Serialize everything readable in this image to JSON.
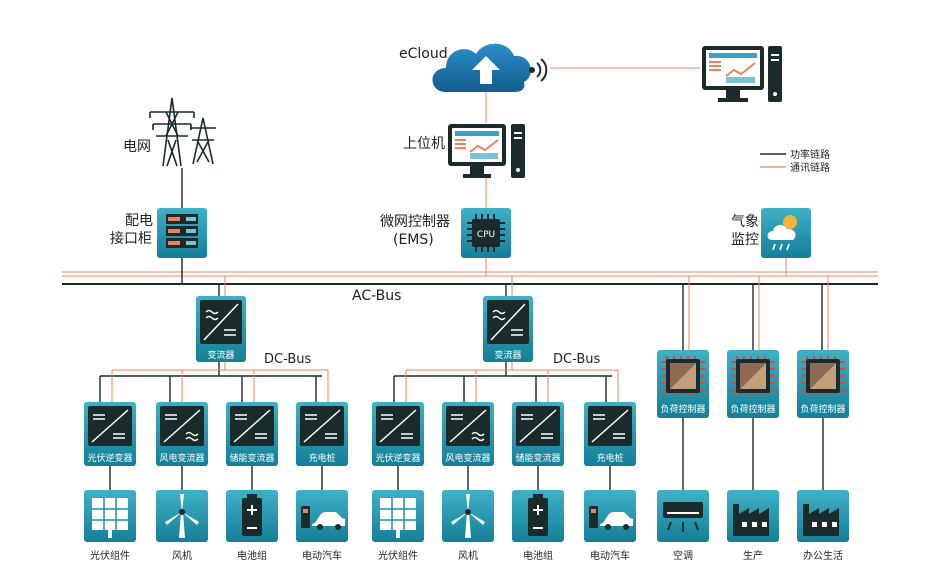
{
  "labels": {
    "ecloud": "eCloud",
    "grid": "电网",
    "dist_cabinet_line1": "配电",
    "dist_cabinet_line2": "接口柜",
    "host": "上位机",
    "ems_line1": "微网控制器",
    "ems_line2": "(EMS)",
    "weather_line1": "气象",
    "weather_line2": "监控",
    "ac_bus": "AC-Bus",
    "dc_bus_left": "DC-Bus",
    "dc_bus_right": "DC-Bus",
    "cpu": "CPU"
  },
  "legend": [
    {
      "label": "功率链路",
      "color": "#1b2b2b"
    },
    {
      "label": "通讯链路",
      "color": "#e8845f"
    }
  ],
  "converters": [
    "变流器",
    "变流器"
  ],
  "sub_converters": [
    "光伏逆变器",
    "风电变流器",
    "储能变流器",
    "充电桩",
    "光伏逆变器",
    "风电变流器",
    "储能变流器",
    "充电桩"
  ],
  "load_controllers": [
    "负荷控制器",
    "负荷控制器",
    "负荷控制器"
  ],
  "devices": [
    "光伏组件",
    "风机",
    "电池组",
    "电动汽车",
    "光伏组件",
    "风机",
    "电池组",
    "电动汽车",
    "空调",
    "生产",
    "办公生活"
  ],
  "colors": {
    "tile": "#1d8fa6",
    "power": "#1b2b2b",
    "comm": "#e8845f",
    "cloud": "#1f7fb8"
  }
}
